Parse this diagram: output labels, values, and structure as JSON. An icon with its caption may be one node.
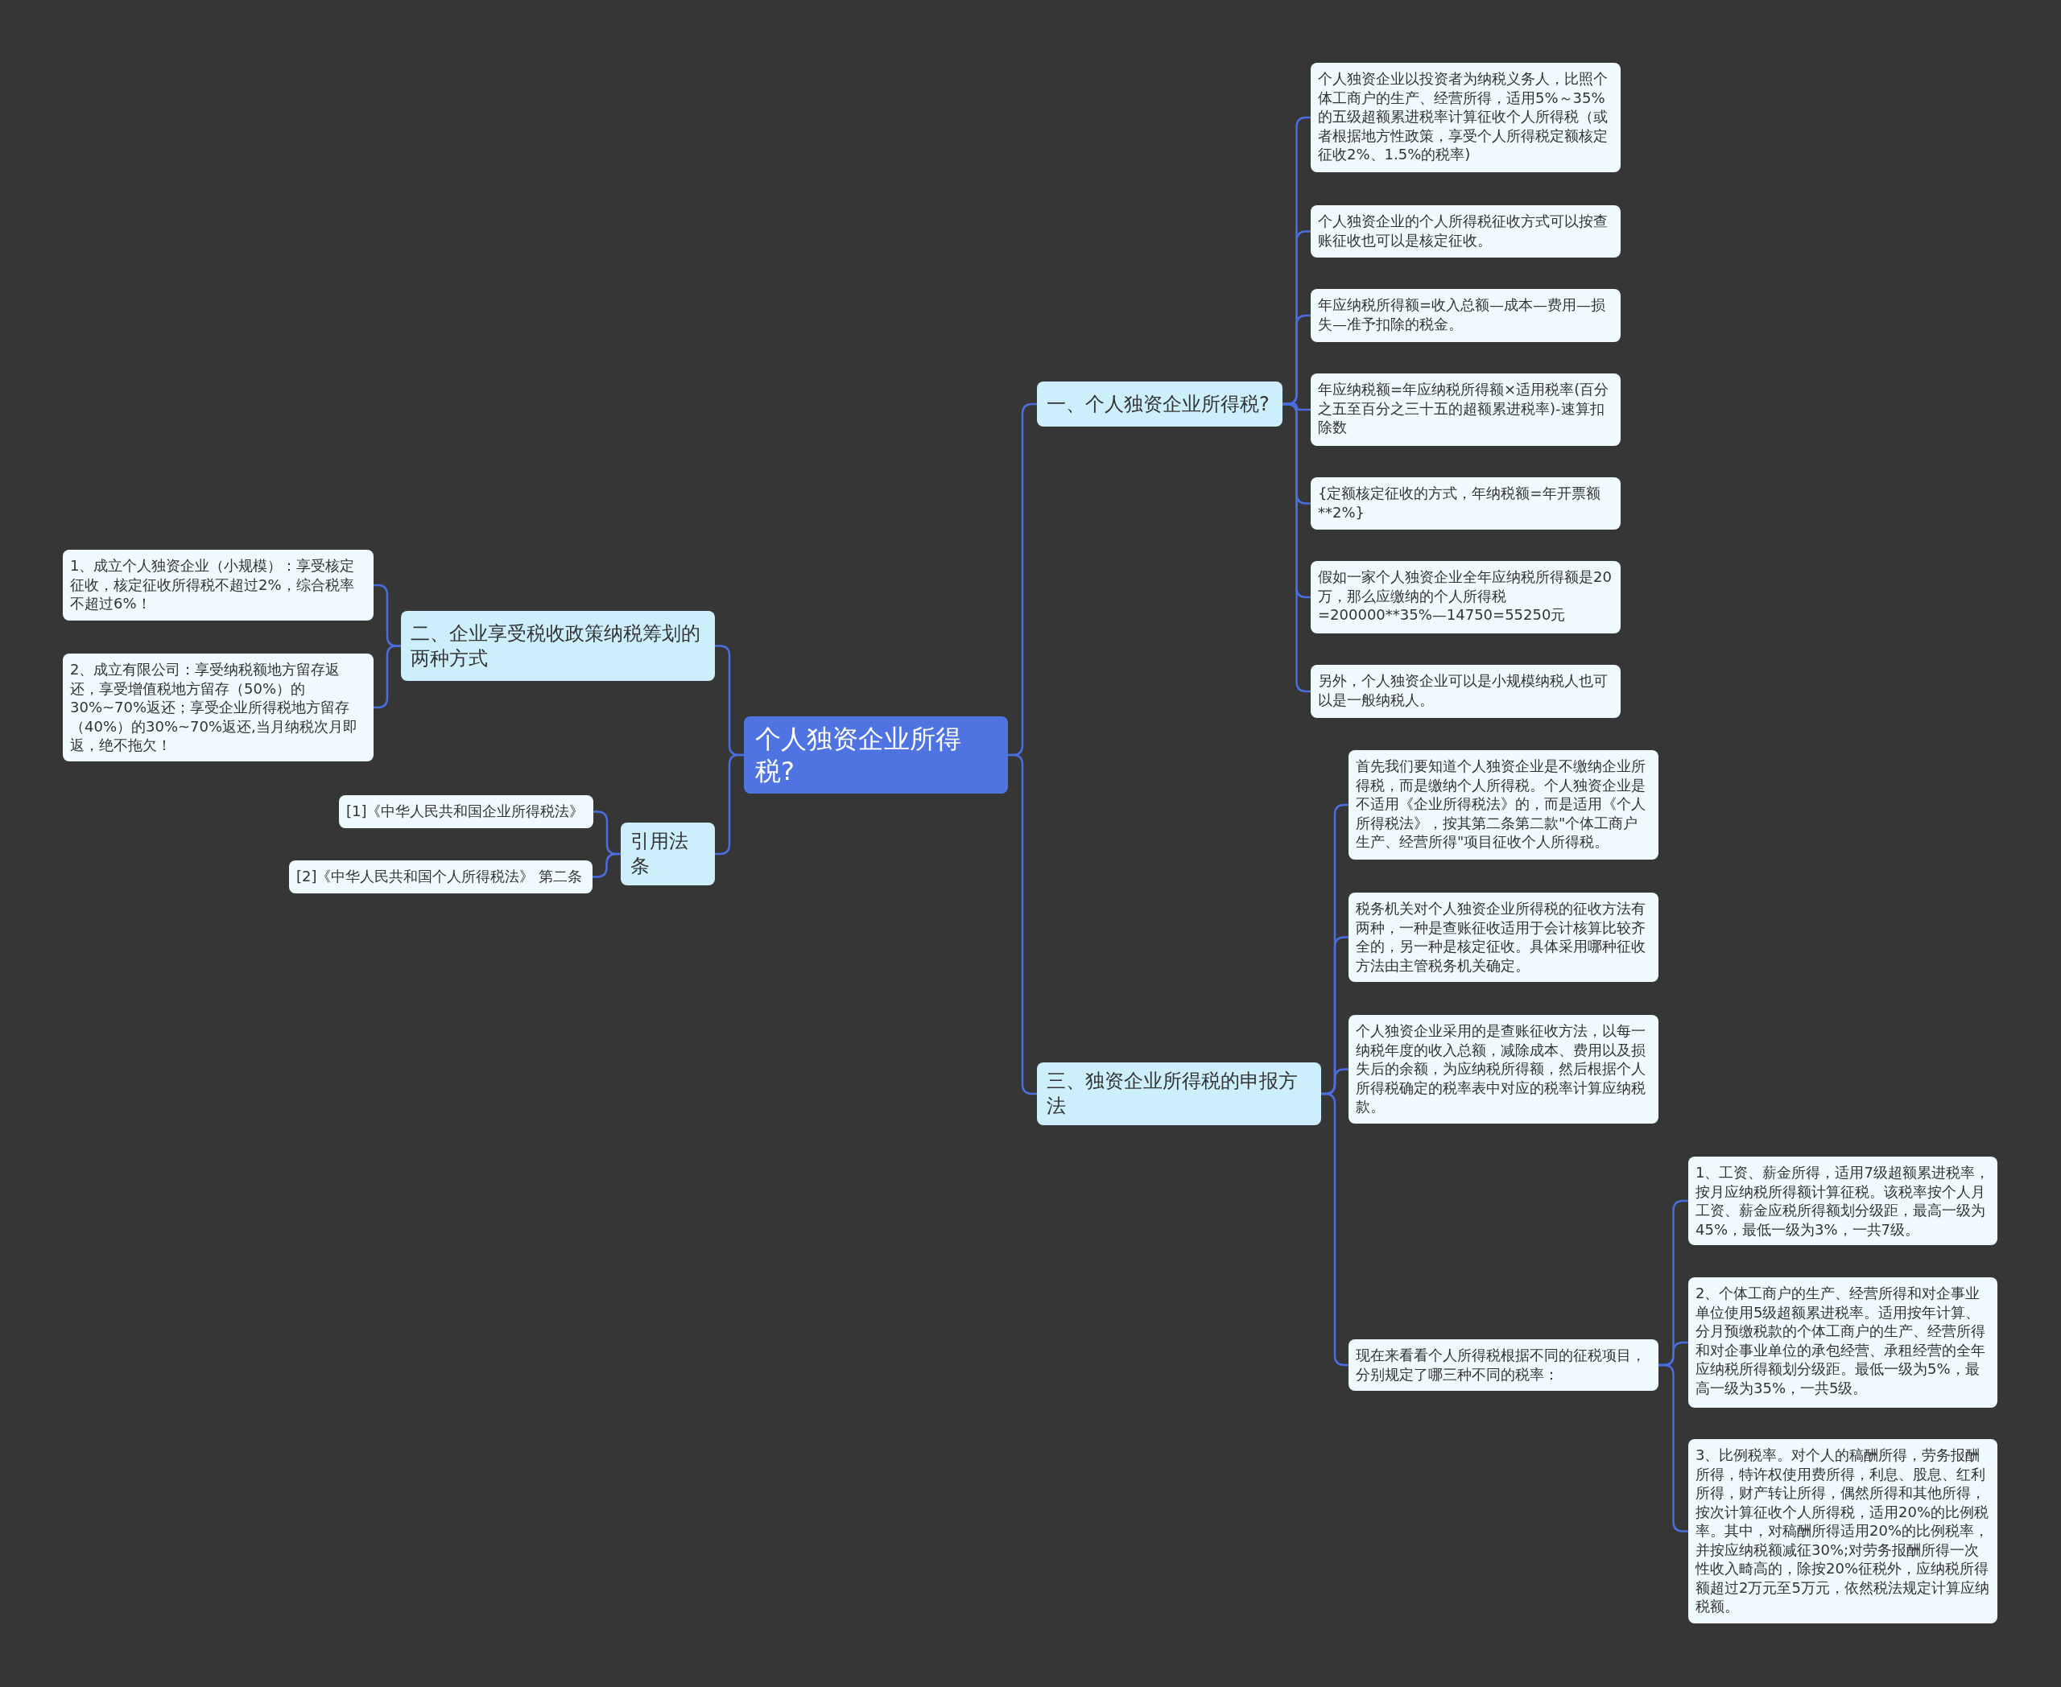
{
  "diagram": {
    "nodes": [
      {
        "text": [
          "个人独资企业所得税?"
        ]
      },
      {
        "text": [
          "一、个人独资企业所得税?"
        ]
      },
      {
        "text": [
          "个人独资企业以投资者为纳税义务人，比照个体工商户的生产、经营所得，适用5%～35%的五级超额累进税率计算征收个人所得税（或者根据地方性政策，享受个人所得税定额核定征收2%、1.5%的税率)"
        ]
      },
      {
        "text": [
          "个人独资企业的个人所得税征收方式可以按查账征收也可以是核定征收。"
        ]
      },
      {
        "text": [
          "年应纳税所得额=收入总额—成本—费用—损失—准予扣除的税金。"
        ]
      },
      {
        "text": [
          "年应纳税额=年应纳税所得额×适用税率(百分之五至百分之三十五的超额累进税率)-速算扣除数"
        ]
      },
      {
        "text": [
          "{定额核定征收的方式，年纳税额=年开票额**2%}"
        ]
      },
      {
        "text": [
          "假如一家个人独资企业全年应纳税所得额是20万，那么应缴纳的个人所得税=200000**35%—14750=55250元"
        ]
      },
      {
        "text": [
          "另外，个人独资企业可以是小规模纳税人也可以是一般纳税人。"
        ]
      },
      {
        "text": [
          "二、企业享受税收政策纳税筹划的两种方式"
        ]
      },
      {
        "text": [
          "1、成立个人独资企业（小规模）：享受核定征收，核定征收所得税不超过2%，综合税率不超过6%！"
        ]
      },
      {
        "text": [
          "2、成立有限公司：享受纳税额地方留存返还，享受增值税地方留存（50%）的30%~70%返还；享受企业所得税地方留存（40%）的30%~70%返还,当月纳税次月即返，绝不拖欠！"
        ]
      },
      {
        "text": [
          "引用法条"
        ]
      },
      {
        "text": [
          "[1]《中华人民共和国企业所得税法》"
        ]
      },
      {
        "text": [
          "[2]《中华人民共和国个人所得税法》 第二条"
        ]
      },
      {
        "text": [
          "三、独资企业所得税的申报方法"
        ]
      },
      {
        "text": [
          "首先我们要知道个人独资企业是不缴纳企业所得税，而是缴纳个人所得税。个人独资企业是不适用《企业所得税法》的，而是适用《个人所得税法》，按其第二条第二款\"个体工商户生产、经营所得\"项目征收个人所得税。"
        ]
      },
      {
        "text": [
          "税务机关对个人独资企业所得税的征收方法有两种，一种是查账征收适用于会计核算比较齐全的，另一种是核定征收。具体采用哪种征收方法由主管税务机关确定。"
        ]
      },
      {
        "text": [
          "个人独资企业采用的是查账征收方法，以每一纳税年度的收入总额，减除成本、费用以及损失后的余额，为应纳税所得额，然后根据个人所得税确定的税率表中对应的税率计算应纳税款。"
        ]
      },
      {
        "text": [
          "现在来看看个人所得税根据不同的征税项目，分别规定了哪三种不同的税率："
        ]
      },
      {
        "text": [
          "1、工资、薪金所得，适用7级超额累进税率，按月应纳税所得额计算征税。该税率按个人月工资、薪金应税所得额划分级距，最高一级为45%，最低一级为3%，一共7级。"
        ]
      },
      {
        "text": [
          "2、个体工商户的生产、经营所得和对企事业单位使用5级超额累进税率。适用按年计算、分月预缴税款的个体工商户的生产、经营所得和对企事业单位的承包经营、承租经营的全年应纳税所得额划分级距。最低一级为5%，最高一级为35%，一共5级。"
        ]
      },
      {
        "text": [
          "3、比例税率。对个人的稿酬所得，劳务报酬所得，特许权使用费所得，利息、股息、红利所得，财产转让所得，偶然所得和其他所得，按次计算征收个人所得税，适用20%的比例税率。其中，对稿酬所得适用20%的比例税率，并按应纳税额减征30%;对劳务报酬所得一次性收入畸高的，除按20%征税外，应纳税所得额超过2万元至5万元，依然税法规定计算应纳税额。"
        ]
      }
    ],
    "edges": [
      {
        "from": 0,
        "to": 1,
        "arrow": "none"
      },
      {
        "from": 1,
        "to": 2,
        "arrow": "none"
      },
      {
        "from": 1,
        "to": 3,
        "arrow": "none"
      },
      {
        "from": 1,
        "to": 4,
        "arrow": "none"
      },
      {
        "from": 1,
        "to": 5,
        "arrow": "none"
      },
      {
        "from": 1,
        "to": 6,
        "arrow": "none"
      },
      {
        "from": 1,
        "to": 7,
        "arrow": "none"
      },
      {
        "from": 1,
        "to": 8,
        "arrow": "none"
      },
      {
        "from": 0,
        "to": 9,
        "arrow": "none"
      },
      {
        "from": 9,
        "to": 10,
        "arrow": "none"
      },
      {
        "from": 9,
        "to": 11,
        "arrow": "none"
      },
      {
        "from": 0,
        "to": 12,
        "arrow": "none"
      },
      {
        "from": 12,
        "to": 13,
        "arrow": "none"
      },
      {
        "from": 12,
        "to": 14,
        "arrow": "none"
      },
      {
        "from": 0,
        "to": 15,
        "arrow": "none"
      },
      {
        "from": 15,
        "to": 16,
        "arrow": "none"
      },
      {
        "from": 15,
        "to": 17,
        "arrow": "none"
      },
      {
        "from": 15,
        "to": 18,
        "arrow": "none"
      },
      {
        "from": 15,
        "to": 19,
        "arrow": "none"
      },
      {
        "from": 19,
        "to": 20,
        "arrow": "none"
      },
      {
        "from": 19,
        "to": 21,
        "arrow": "none"
      },
      {
        "from": 19,
        "to": 22,
        "arrow": "none"
      }
    ]
  }
}
